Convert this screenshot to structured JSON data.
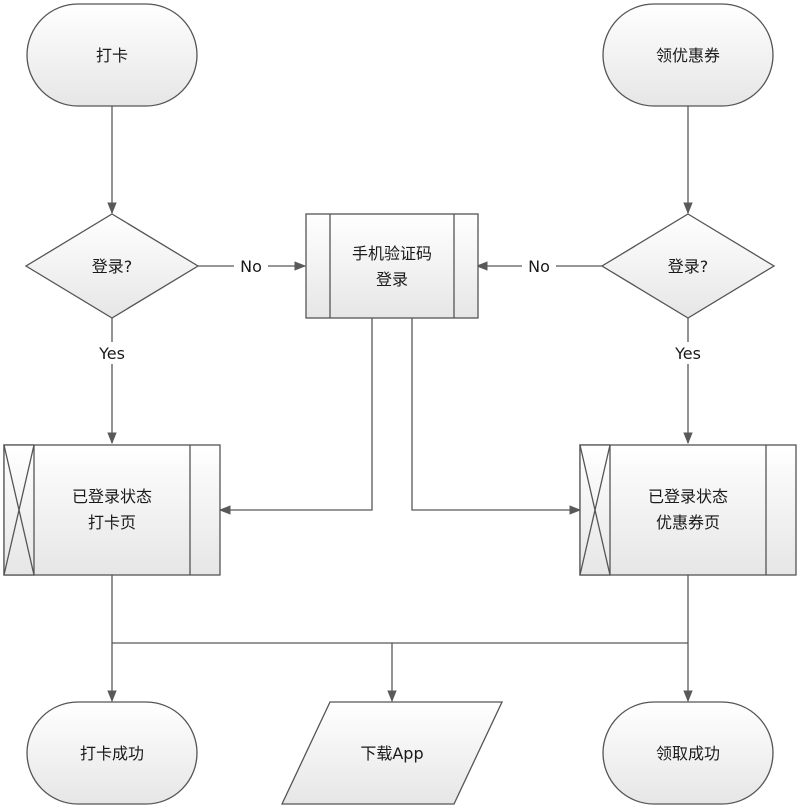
{
  "nodes": {
    "checkin_start": "打卡",
    "coupon_start": "领优惠券",
    "login_q_left": "登录?",
    "login_q_right": "登录?",
    "sms_login_line1": "手机验证码",
    "sms_login_line2": "登录",
    "checkin_page_line1": "已登录状态",
    "checkin_page_line2": "打卡页",
    "coupon_page_line1": "已登录状态",
    "coupon_page_line2": "优惠券页",
    "checkin_success": "打卡成功",
    "download_app": "下载App",
    "coupon_success": "领取成功"
  },
  "edge_labels": {
    "left_no": "No",
    "right_no": "No",
    "left_yes": "Yes",
    "right_yes": "Yes"
  }
}
